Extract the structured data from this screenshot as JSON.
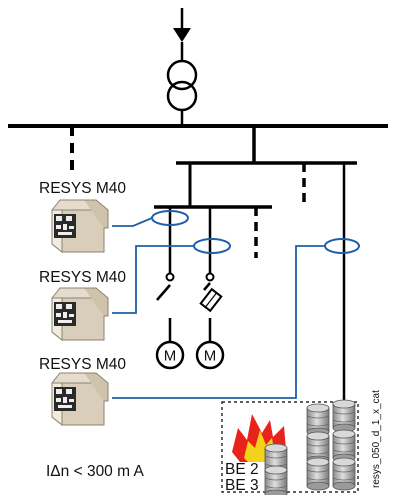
{
  "labels": {
    "device_1": "RESYS M40",
    "device_2": "RESYS M40",
    "device_3": "RESYS M40",
    "residual_current": "IΔn < 300 m A",
    "zone_label_1": "BE 2",
    "zone_label_2": "BE 3",
    "motor_1": "M",
    "motor_2": "M",
    "figure_id": "resys_050_d_1_x_cat"
  },
  "colors": {
    "line": "#000000",
    "sensor": "#1f5fa8",
    "device_body": "#e6dccd",
    "fire_red": "#e8231c",
    "fire_yellow": "#f5d21a",
    "barrel": "#bfbfbf"
  }
}
